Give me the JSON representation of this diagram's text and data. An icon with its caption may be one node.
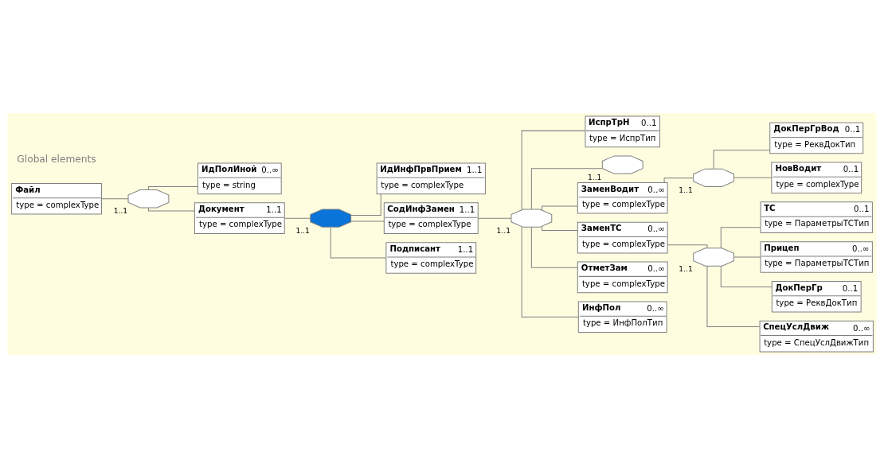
{
  "diagram": {
    "nodes": [
      {
        "text": [
          "Файл",
          "type = complexType"
        ]
      },
      {
        "text": [],
        "shape": "octagon",
        "beside": [
          "1..1"
        ]
      },
      {
        "text": [
          "ИдПолИной",
          "0..∞",
          "type = string"
        ]
      },
      {
        "text": [
          "Документ",
          "1..1",
          "type = complexType"
        ]
      },
      {
        "text": [],
        "shape": "octagon",
        "beside": [
          "1..1"
        ]
      },
      {
        "text": [
          "ИдИнфПрвПрием",
          "1..1",
          "type = complexType"
        ]
      },
      {
        "text": [
          "СодИнфЗамен",
          "1..1",
          "type = complexType"
        ]
      },
      {
        "text": [
          "Подписант",
          "1..1",
          "type = complexType"
        ]
      },
      {
        "text": [],
        "shape": "octagon",
        "beside": [
          "1..1"
        ]
      },
      {
        "text": [
          "ИспрТрН",
          "0..1",
          "type = ИспрТип"
        ]
      },
      {
        "text": [],
        "shape": "octagon",
        "beside": [
          "1..1"
        ]
      },
      {
        "text": [
          "ЗаменВодит",
          "0..∞",
          "type = complexType"
        ]
      },
      {
        "text": [
          "ЗаменТС",
          "0..∞",
          "type = complexType"
        ]
      },
      {
        "text": [
          "ОтметЗам",
          "0..∞",
          "type = complexType"
        ]
      },
      {
        "text": [
          "ИнфПол",
          "0..∞",
          "type = ИнфПолТип"
        ]
      },
      {
        "text": [],
        "shape": "octagon",
        "beside": [
          "1..1"
        ]
      },
      {
        "text": [
          "ДокПерГрВод",
          "0..1",
          "type = РеквДокТип"
        ]
      },
      {
        "text": [
          "НовВодит",
          "0..1",
          "type = complexType"
        ]
      },
      {
        "text": [],
        "shape": "octagon",
        "beside": [
          "1..1"
        ]
      },
      {
        "text": [
          "ТС",
          "0..1",
          "type = ПараметрыТСТип"
        ]
      },
      {
        "text": [
          "Прицеп",
          "0..∞",
          "type = ПараметрыТСТип"
        ]
      },
      {
        "text": [
          "ДокПерГр",
          "0..1",
          "type = РеквДокТип"
        ]
      },
      {
        "text": [
          "СпецУслДвиж",
          "0..∞",
          "type = СпецУслДвижТип"
        ]
      }
    ],
    "edges": [
      {
        "from": 0,
        "to": 1,
        "arrow": "none"
      },
      {
        "from": 1,
        "to": 2,
        "arrow": "none"
      },
      {
        "from": 1,
        "to": 3,
        "arrow": "none"
      },
      {
        "from": 3,
        "to": 4,
        "arrow": "none"
      },
      {
        "from": 4,
        "to": 5,
        "arrow": "none"
      },
      {
        "from": 4,
        "to": 6,
        "arrow": "none"
      },
      {
        "from": 4,
        "to": 7,
        "arrow": "none"
      },
      {
        "from": 6,
        "to": 8,
        "arrow": "none"
      },
      {
        "from": 8,
        "to": 9,
        "arrow": "none"
      },
      {
        "from": 8,
        "to": 10,
        "arrow": "none"
      },
      {
        "from": 8,
        "to": 11,
        "arrow": "none"
      },
      {
        "from": 8,
        "to": 12,
        "arrow": "none"
      },
      {
        "from": 8,
        "to": 13,
        "arrow": "none"
      },
      {
        "from": 8,
        "to": 14,
        "arrow": "none"
      },
      {
        "from": 11,
        "to": 15,
        "arrow": "none"
      },
      {
        "from": 15,
        "to": 16,
        "arrow": "none"
      },
      {
        "from": 15,
        "to": 17,
        "arrow": "none"
      },
      {
        "from": 12,
        "to": 18,
        "arrow": "none"
      },
      {
        "from": 18,
        "to": 19,
        "arrow": "none"
      },
      {
        "from": 18,
        "to": 20,
        "arrow": "none"
      },
      {
        "from": 18,
        "to": 21,
        "arrow": "none"
      },
      {
        "from": 18,
        "to": 22,
        "arrow": "none"
      }
    ],
    "labels": [
      "Global elements"
    ]
  }
}
